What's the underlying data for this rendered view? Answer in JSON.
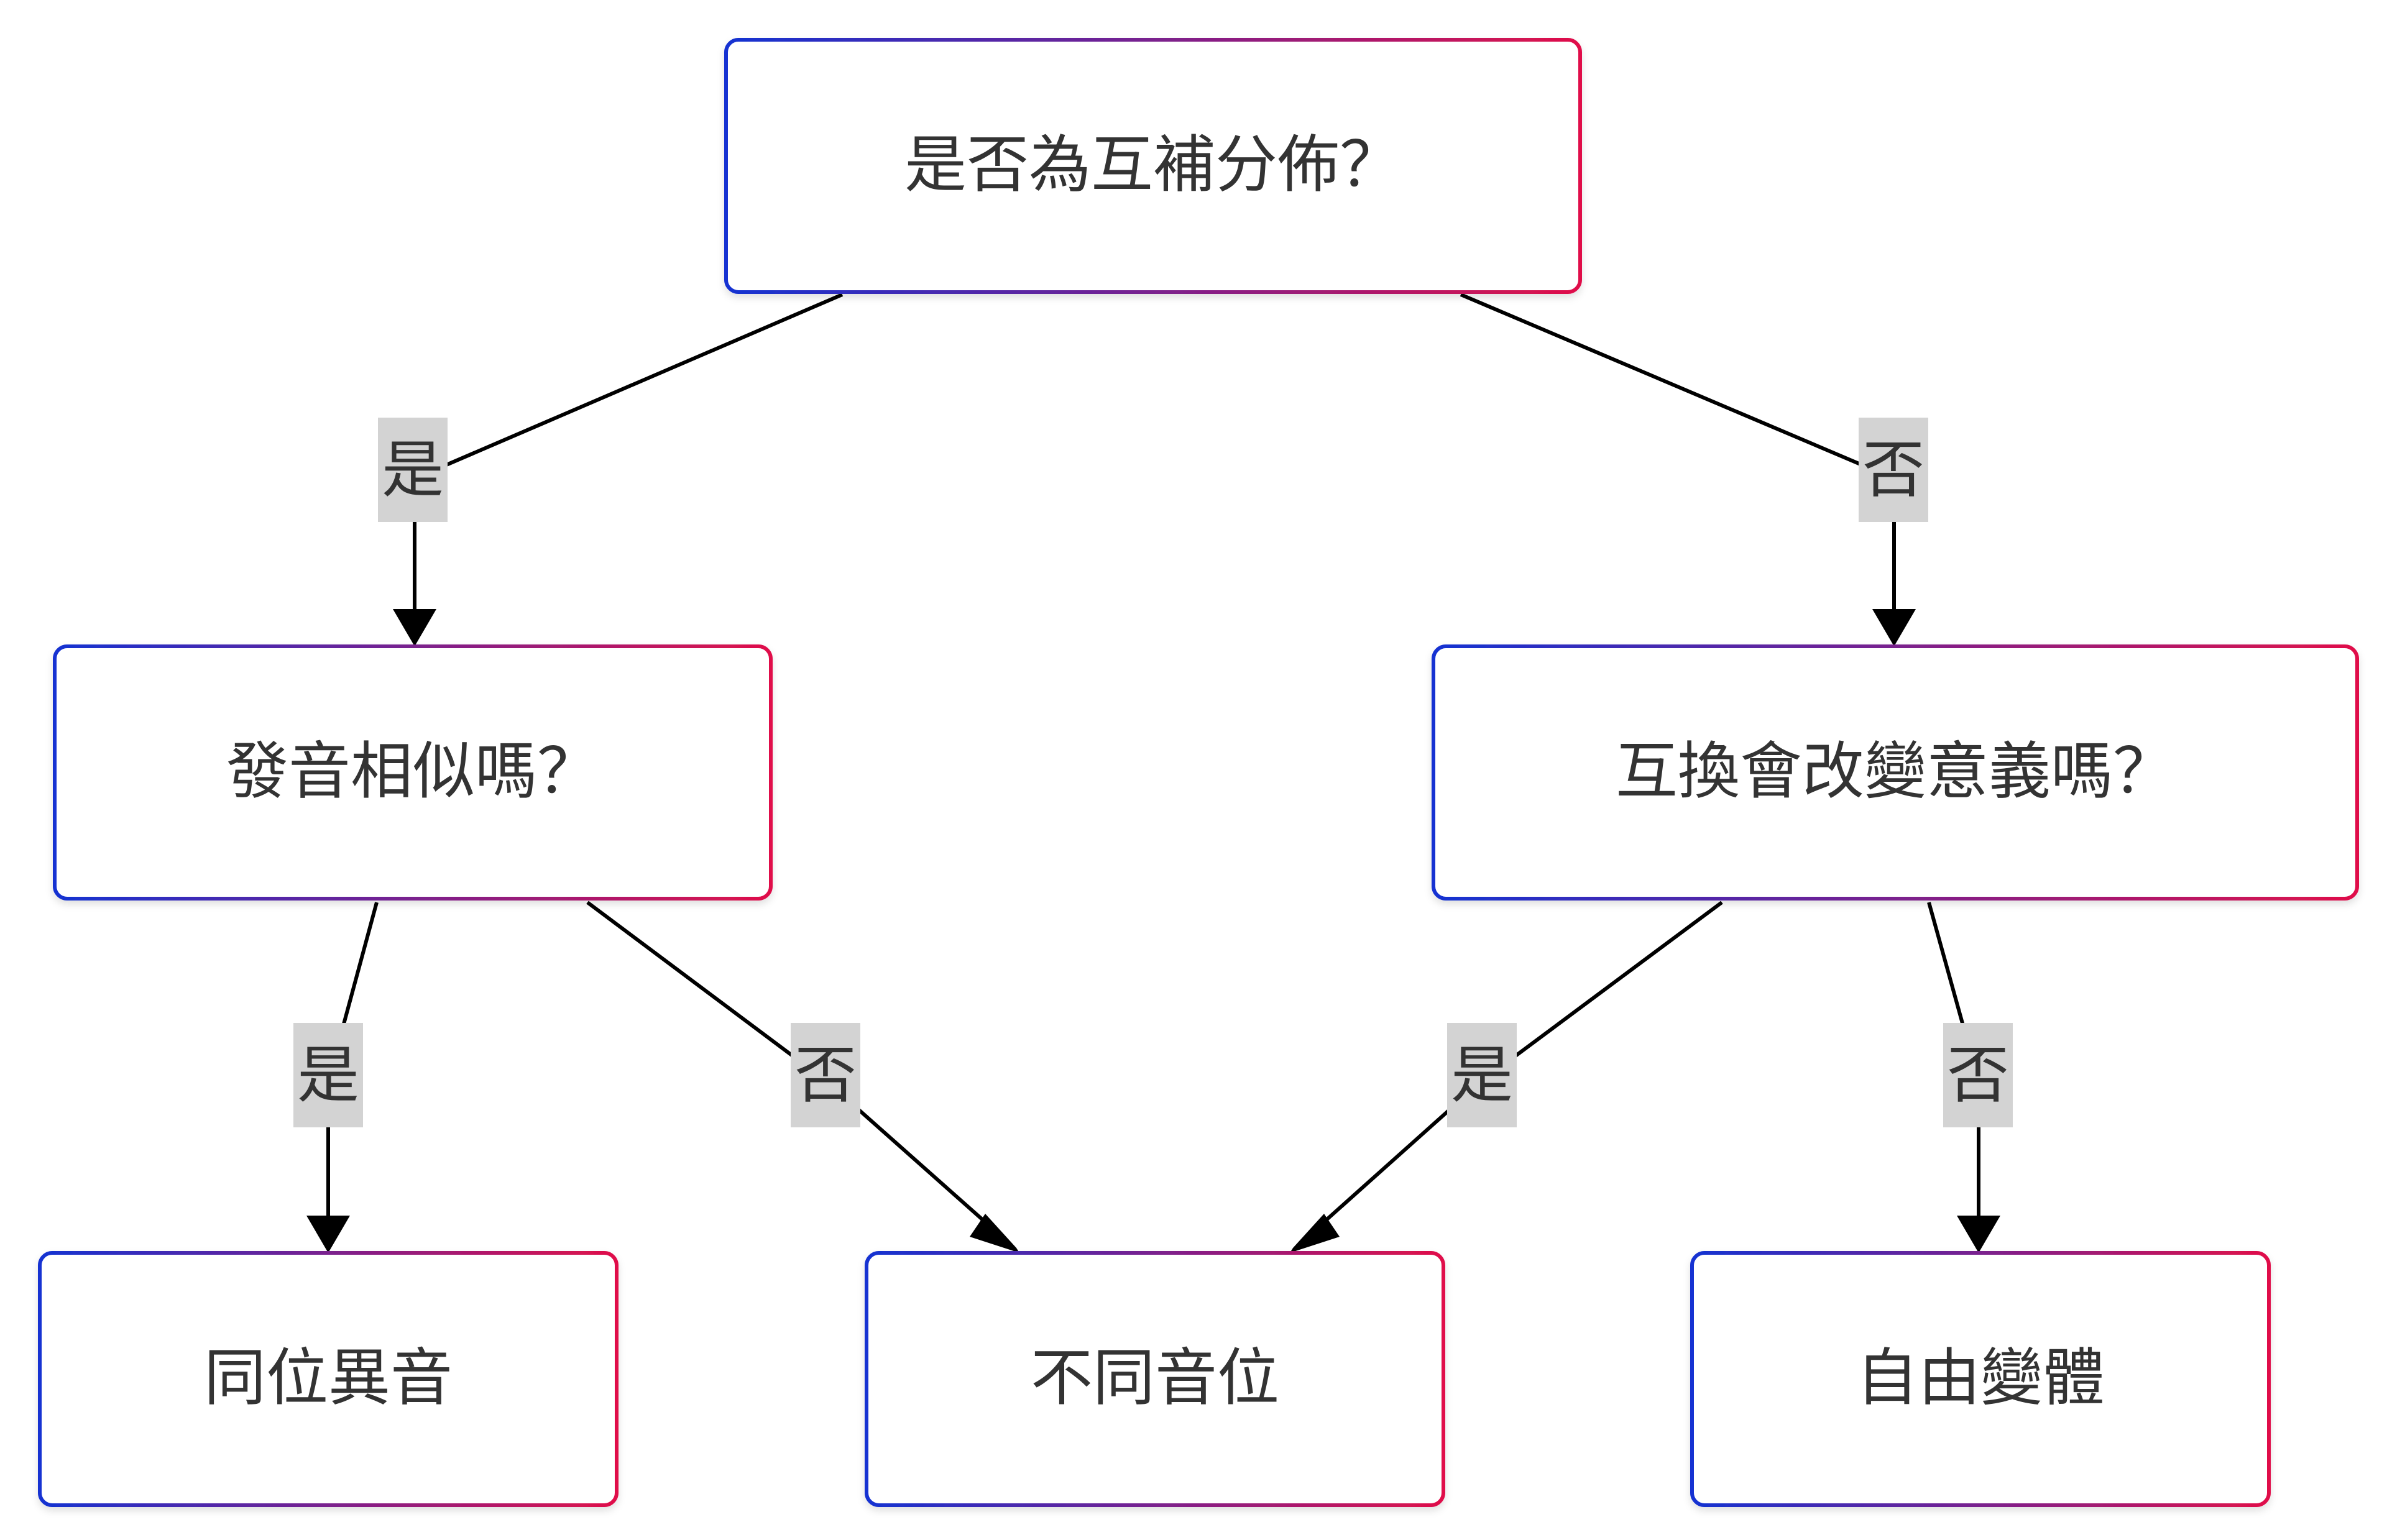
{
  "nodes": {
    "root": "是否為互補分佈？",
    "similar": "發音相似嗎？",
    "change": "互換會改變意義嗎？",
    "allophone": "同位異音",
    "phoneme": "不同音位",
    "free": "自由變體"
  },
  "edges": {
    "root_similar": "是",
    "root_change": "否",
    "similar_allophone": "是",
    "similar_phoneme": "否",
    "change_phoneme": "是",
    "change_free": "否"
  },
  "colors": {
    "border_start": "#1432d2",
    "border_end": "#e0104a",
    "edge": "#000000",
    "label_bg": "#d3d3d3",
    "text": "#333333"
  }
}
